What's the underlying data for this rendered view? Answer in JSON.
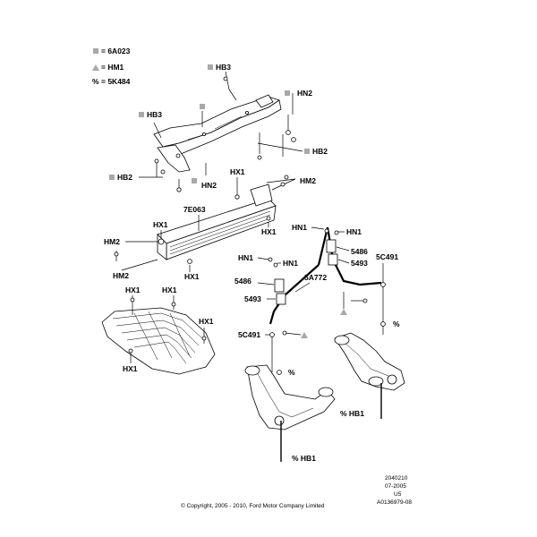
{
  "legend": [
    {
      "symbol": "square",
      "text": "= 6A023"
    },
    {
      "symbol": "triangle",
      "text": "= HM1"
    },
    {
      "symbol": "%",
      "text": "= 5K484"
    }
  ],
  "colors": {
    "marker": "#a8a8a8",
    "line": "#000000",
    "background": "#ffffff"
  },
  "labels": {
    "hb3_top": "HB3",
    "hn2_top": "HN2",
    "hb3_left": "HB3",
    "hb2_right": "HB2",
    "hb2_left": "HB2",
    "hn2_mid": "HN2",
    "hx1_a": "HX1",
    "hm2_right": "HM2",
    "part_7e063": "7E063",
    "hx1_b": "HX1",
    "hx1_c": "HX1",
    "hm2_left": "HM2",
    "hm2_left2": "HM2",
    "hx1_d": "HX1",
    "hx1_e": "HX1",
    "hx1_f": "HX1",
    "hx1_g": "HX1",
    "hx1_h": "HX1",
    "hn1_a": "HN1",
    "hn1_b": "HN1",
    "p5486_a": "5486",
    "p5493_a": "5493",
    "p5c491_a": "5C491",
    "hn1_c": "HN1",
    "hn1_d": "HN1",
    "p5a772": "5A772",
    "p5486_b": "5486",
    "p5493_b": "5493",
    "p5c491_b": "5C491",
    "pct_a": "%",
    "pct_b": "%",
    "hb1_right": "% HB1",
    "hb1_bottom": "% HB1"
  },
  "footer": {
    "copyright": "© Copyright, 2005 - 2010, Ford Motor Company Limited",
    "code1": "2040210",
    "code2": "07-2005",
    "code3": "U5",
    "code4": "A0136979-08"
  }
}
